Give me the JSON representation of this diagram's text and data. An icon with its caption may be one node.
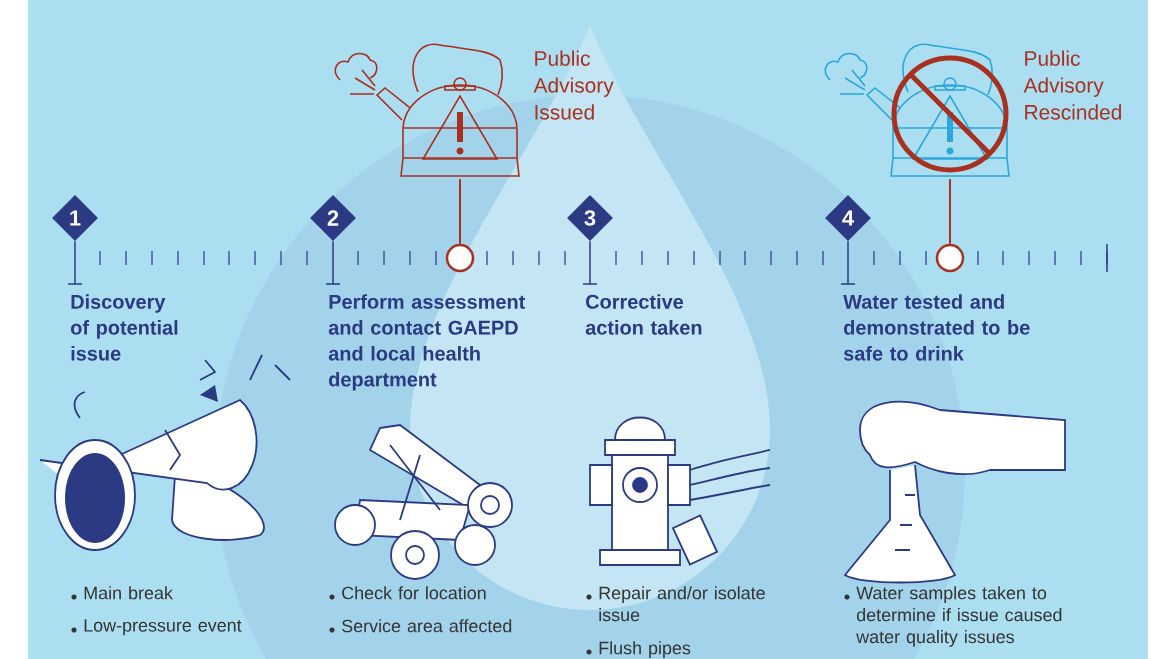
{
  "diagram": {
    "nodes": [
      {
        "text": [
          "1"
        ]
      },
      {
        "text": [
          "2"
        ]
      },
      {
        "text": [
          "3"
        ]
      },
      {
        "text": [
          "4"
        ]
      },
      {
        "text": [],
        "shape": "picture",
        "beside": [
          "Public Advisory Issued"
        ]
      },
      {
        "text": [],
        "shape": "circle"
      },
      {
        "text": [],
        "shape": "picture",
        "beside": [
          "Public Advisory Rescinded"
        ]
      },
      {
        "text": [],
        "shape": "circle"
      },
      {
        "text": [
          "Discovery of potential issue"
        ]
      },
      {
        "text": [
          "Perform assessment and contact GAEPD and local health department"
        ]
      },
      {
        "text": [
          "Corrective action taken"
        ]
      },
      {
        "text": [
          "Water tested and demonstrated to be safe to drink"
        ]
      }
    ],
    "edges": [
      {
        "from": 4,
        "to": 5,
        "arrow": "none",
        "color": "#a8301f"
      },
      {
        "from": 6,
        "to": 7,
        "arrow": "none",
        "color": "#a8301f"
      },
      {
        "from": 0,
        "to": 8,
        "arrow": "none"
      },
      {
        "from": 1,
        "to": 9,
        "arrow": "none"
      },
      {
        "from": 2,
        "to": 10,
        "arrow": "none"
      },
      {
        "from": 3,
        "to": 11,
        "arrow": "none"
      }
    ],
    "labels": [
      "Main break",
      "Low-pressure event",
      "Check for location",
      "Service area affected",
      "Repair and/or isolate issue",
      "Flush pipes",
      "Water samples taken to determine if issue caused water quality issues"
    ]
  }
}
